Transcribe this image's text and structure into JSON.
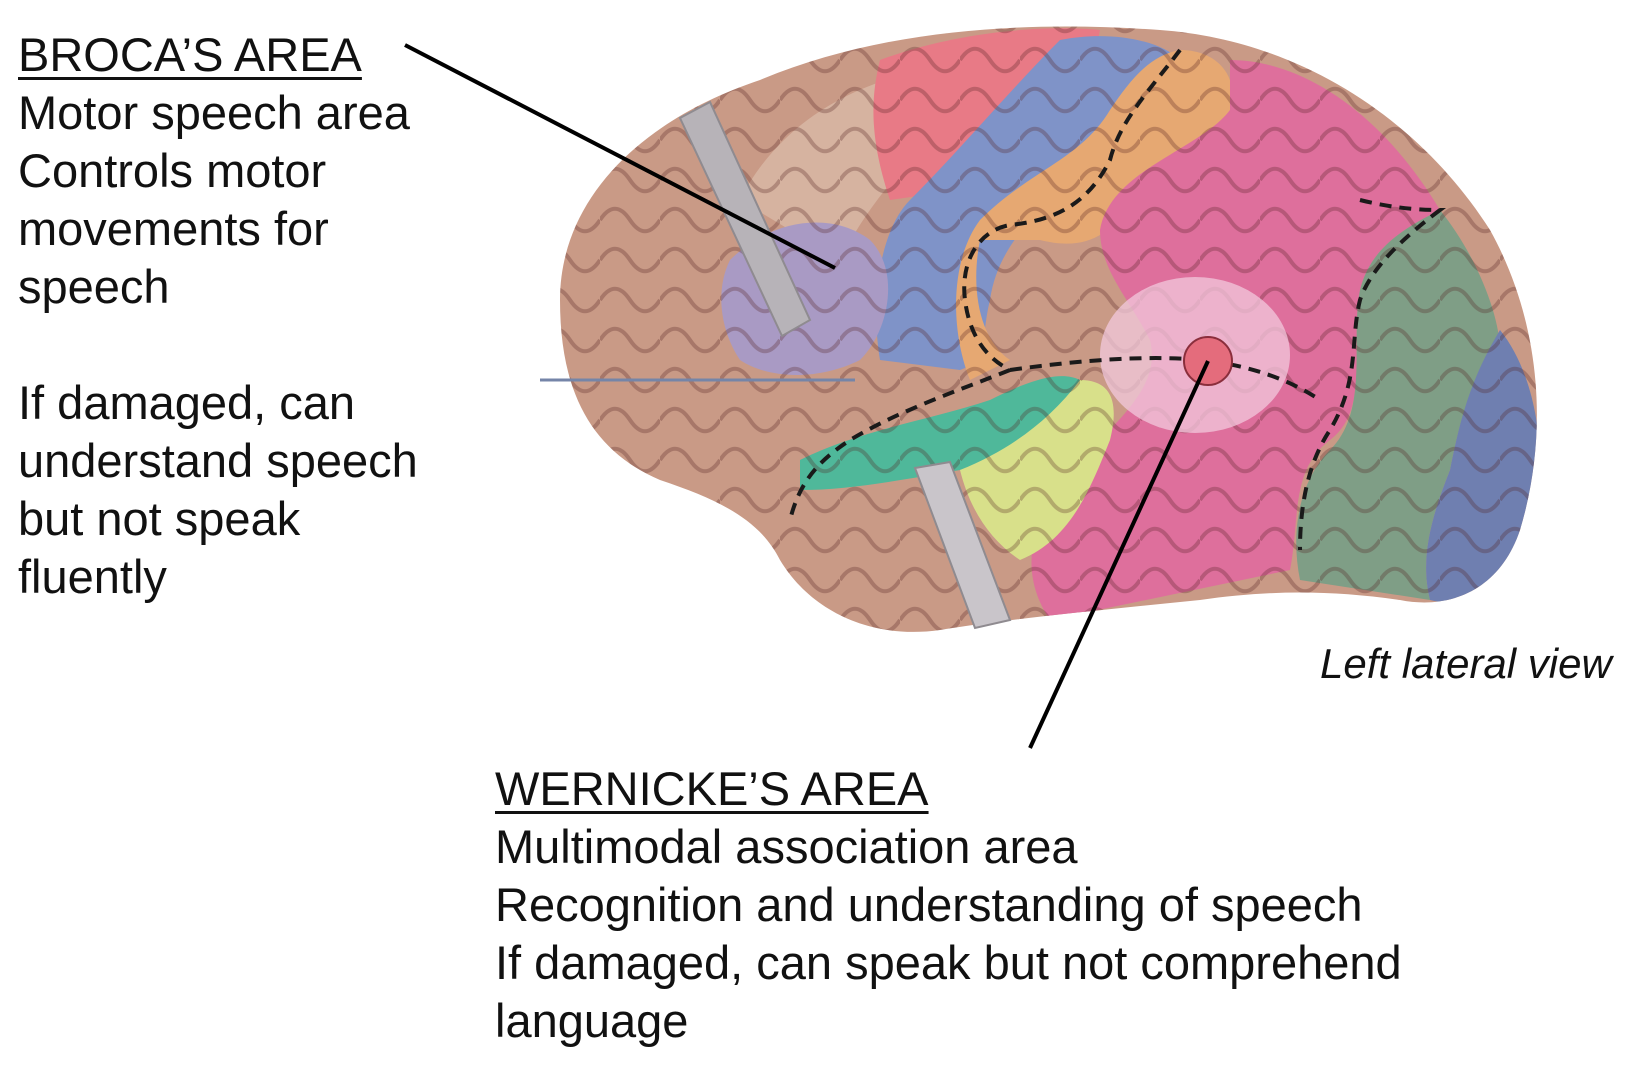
{
  "broca": {
    "heading": "BROCA’S AREA",
    "lines": [
      "Motor speech area",
      "Controls motor",
      "movements for",
      "speech",
      "",
      "If damaged, can",
      "understand speech",
      "but not speak",
      "fluently"
    ]
  },
  "wernicke": {
    "heading": "WERNICKE’S AREA",
    "lines": [
      "Multimodal association area",
      "Recognition and understanding of speech",
      "If damaged,  can speak but not comprehend",
      "language"
    ]
  },
  "caption": "Left lateral view",
  "colors": {
    "frontal": "#c99a86",
    "prefrontal_tan": "#d6b3a0",
    "broca": "#a99ac4",
    "motor_red": "#e87a86",
    "premotor_blue": "#7f93c8",
    "somatosensory_orange": "#e6a872",
    "parietal_pink": "#de6f9c",
    "occipital_green": "#7f9e86",
    "occipital_blue": "#6f7fb0",
    "temporal_green": "#4fb89a",
    "temporal_yellow": "#d8e08a",
    "wernicke_highlight": "#f2c8dc",
    "wernicke_dot": "#e46c7c"
  }
}
